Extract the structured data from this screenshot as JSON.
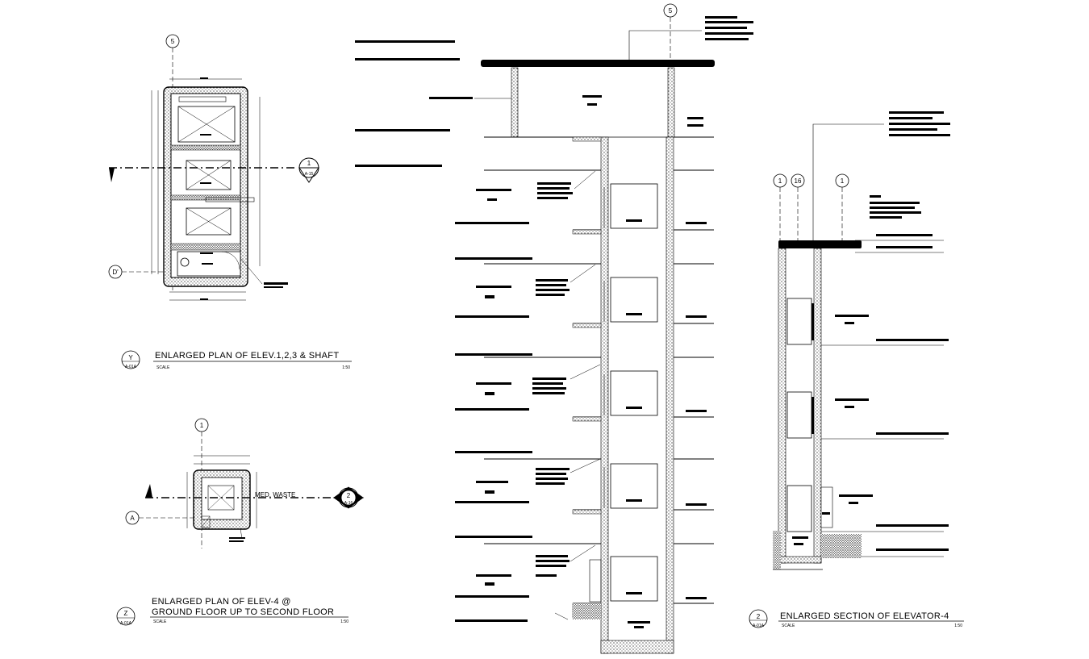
{
  "plan_y": {
    "marker": "Y",
    "sheet": "A-01A",
    "title": "ENLARGED PLAN OF ELEV.1,2,3 & SHAFT",
    "scale_label": "SCALE",
    "scale_value": "1:50",
    "grid_top": "5",
    "grid_left": "D'",
    "section_marker": "1",
    "section_sheet": "A-15"
  },
  "plan_z": {
    "marker": "Z",
    "sheet": "A-01A",
    "title_line1": "ENLARGED PLAN OF ELEV-4 @",
    "title_line2": "GROUND FLOOR UP TO SECOND FLOOR",
    "scale_label": "SCALE",
    "scale_value": "1:50",
    "grid_top": "1",
    "grid_left": "A",
    "room_label": "MED. WASTE",
    "section_marker": "2",
    "section_sheet": "A-16"
  },
  "section_main": {
    "grid_top": "5"
  },
  "section_2": {
    "marker": "2",
    "sheet": "A-01A",
    "title": "ENLARGED SECTION OF ELEVATOR-4",
    "scale_label": "SCALE",
    "scale_value": "1:50",
    "grid_a": "1",
    "grid_b": "16",
    "grid_c": "1"
  }
}
